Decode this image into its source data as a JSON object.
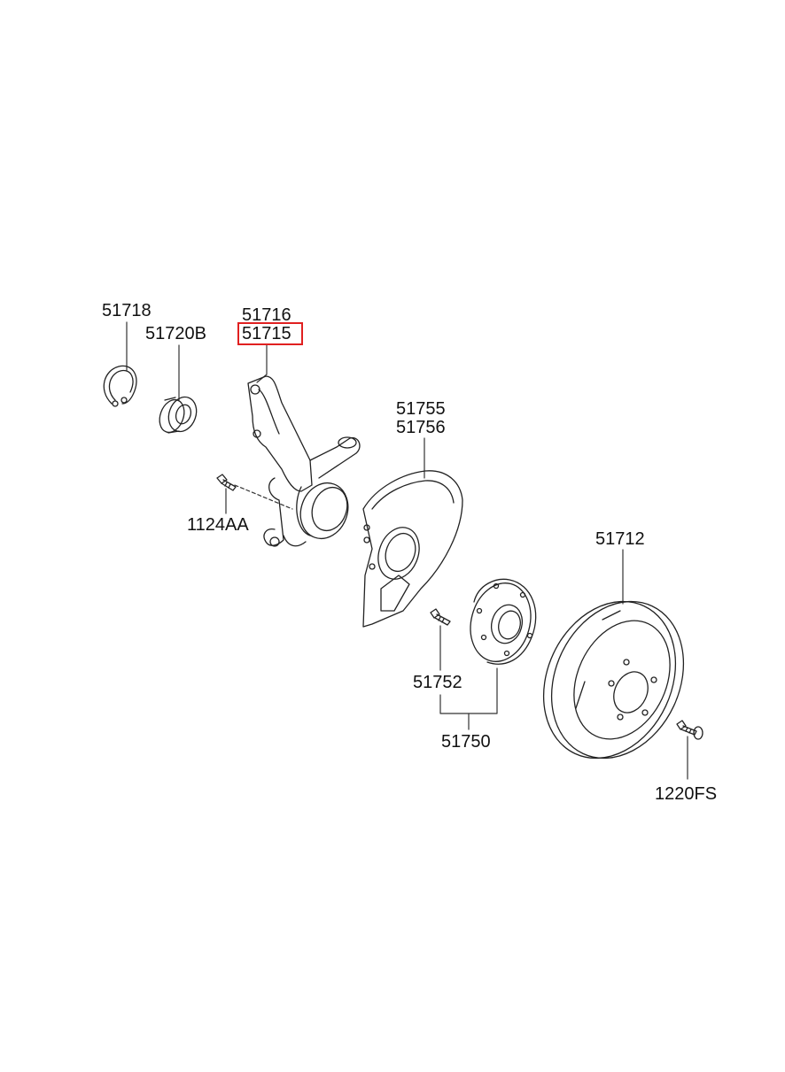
{
  "labels": {
    "p51718": "51718",
    "p51720b": "51720B",
    "p51716": "51716",
    "p51715": "51715",
    "p51755": "51755",
    "p51756": "51756",
    "p1124aa": "1124AA",
    "p51712": "51712",
    "p51752": "51752",
    "p51750": "51750",
    "p1220fs": "1220FS"
  },
  "highlight": {
    "part": "51715",
    "color": "#e02020"
  },
  "icons": [
    "snap-ring-icon",
    "bearing-icon",
    "knuckle-icon",
    "bolt-icon",
    "dust-cover-icon",
    "hub-icon",
    "brake-disc-icon"
  ]
}
